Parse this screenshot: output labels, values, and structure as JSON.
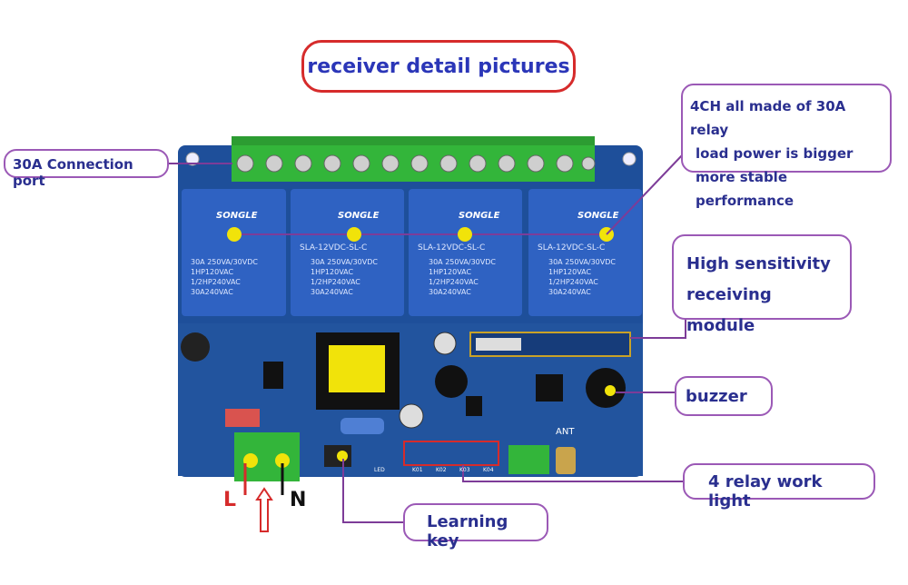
{
  "title": "receiver detail pictures",
  "callouts": {
    "connection_port": "30A Connection port",
    "relay_info": [
      "4CH all made of 30A relay",
      "load power is bigger",
      "more stable performance"
    ],
    "receiving_module": [
      "High sensitivity",
      "receiving module"
    ],
    "buzzer": "buzzer",
    "relay_light": "4 relay work light",
    "learning_key": "Learning key"
  },
  "board_labels": {
    "live": "L",
    "neutral": "N",
    "relay_brand": "SONGLE",
    "relay_model": "SLA-12VDC-SL-C",
    "relay_spec1": "30A 250VA/30VDC",
    "relay_spec2": "1HP120VAC",
    "relay_spec3": "1/2HP240VAC",
    "relay_spec4": "30A240VAC",
    "antenna": "ANT",
    "led_labels": [
      "LED",
      "K01",
      "K02",
      "K03",
      "K04"
    ]
  },
  "colors": {
    "pcb": "#1e4f9a",
    "relay": "#2f62c2",
    "terminal": "#33b53a",
    "callout_border": "#9b59b6",
    "title_border": "#d62b2b",
    "text": "#2a2f8f"
  }
}
